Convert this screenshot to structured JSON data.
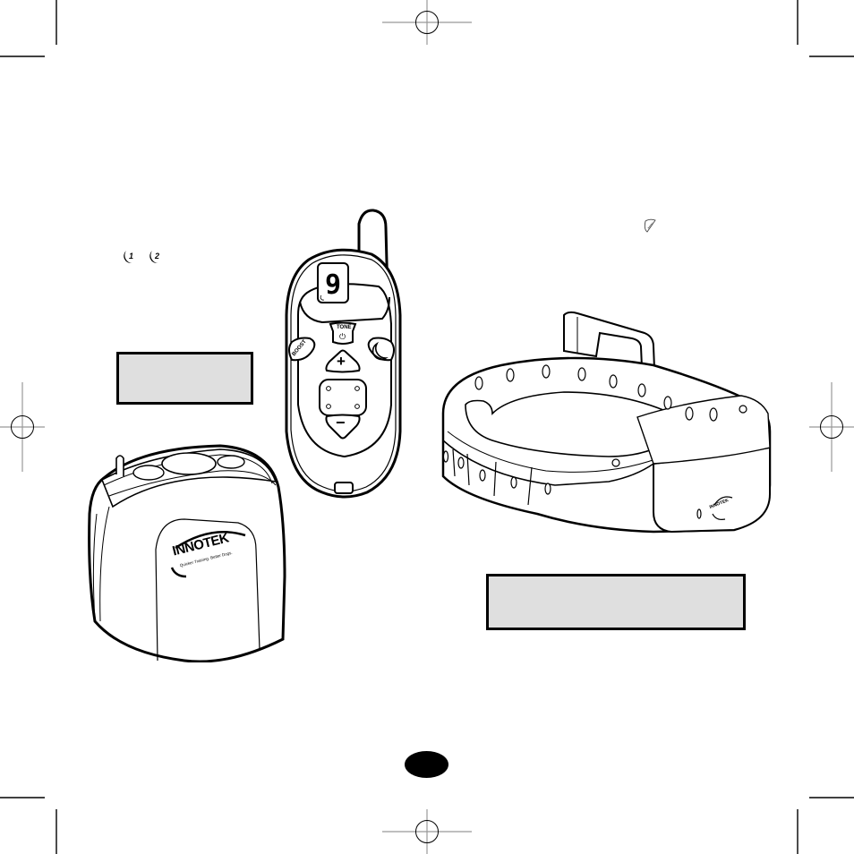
{
  "page": {
    "type": "product manual page",
    "background": "#ffffff",
    "ink": "#000000",
    "box_fill": "#dfdfdf",
    "registration_gray": "#999999"
  },
  "inline_icons": [
    {
      "name": "moon-1-icon",
      "glyph": "1"
    },
    {
      "name": "moon-2-icon",
      "glyph": "2"
    },
    {
      "name": "collar-pad-icon"
    }
  ],
  "label_boxes": [
    {
      "name": "remote-label-box",
      "text": ""
    },
    {
      "name": "collar-label-box",
      "text": ""
    }
  ],
  "remote": {
    "display_digit": "9",
    "buttons": {
      "tone_label": "TONE",
      "boost_label": "BOOST",
      "plus_label": "+",
      "minus_label": "−"
    }
  },
  "charger": {
    "brand": "INNOTEK",
    "tagline": "Quicker Training. Better Dogs."
  },
  "collar": {
    "brand": "INNOTEK"
  },
  "page_number": {
    "value": ""
  }
}
